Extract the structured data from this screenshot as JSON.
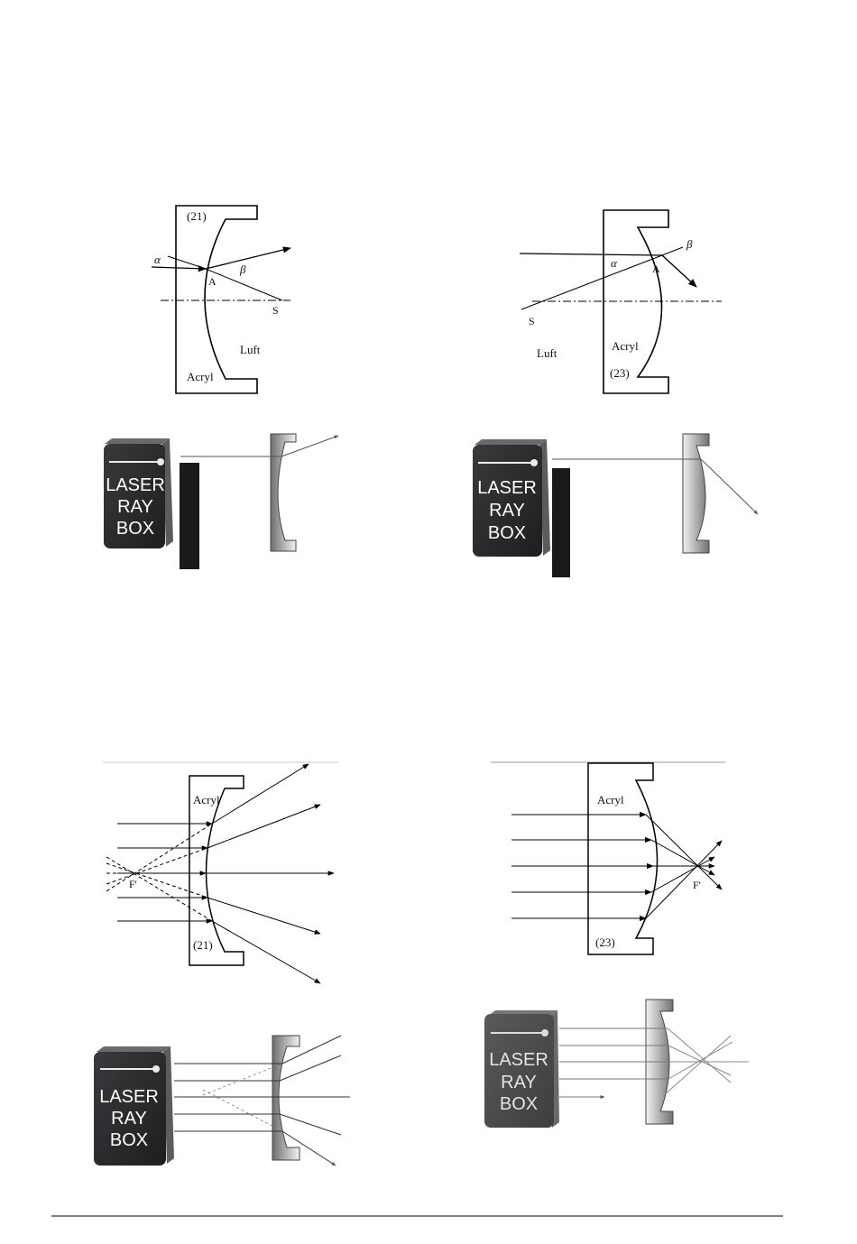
{
  "fig1": {
    "lens": "(21)",
    "alpha": "α",
    "beta": "β",
    "point": "A",
    "focus": "S",
    "air": "Luft",
    "material": "Acryl"
  },
  "fig2": {
    "lens": "(23)",
    "alpha": "α",
    "beta": "β",
    "point": "A",
    "focus": "S",
    "air": "Luft",
    "material": "Acryl"
  },
  "fig3": {
    "lens": "(21)",
    "material": "Acryl",
    "focus": "F'"
  },
  "fig4": {
    "lens": "(23)",
    "material": "Acryl",
    "focus": "F'"
  },
  "laser_box": {
    "line1": "LASER",
    "line2": "RAY",
    "line3": "BOX"
  },
  "colors": {
    "box_dark": "#2d2d2f",
    "box_side": "#5c5c5e",
    "box_grey": "#4e4e50",
    "lens_gradient_start": "#6e6e6e",
    "lens_gradient_end": "#f2f2f2"
  }
}
